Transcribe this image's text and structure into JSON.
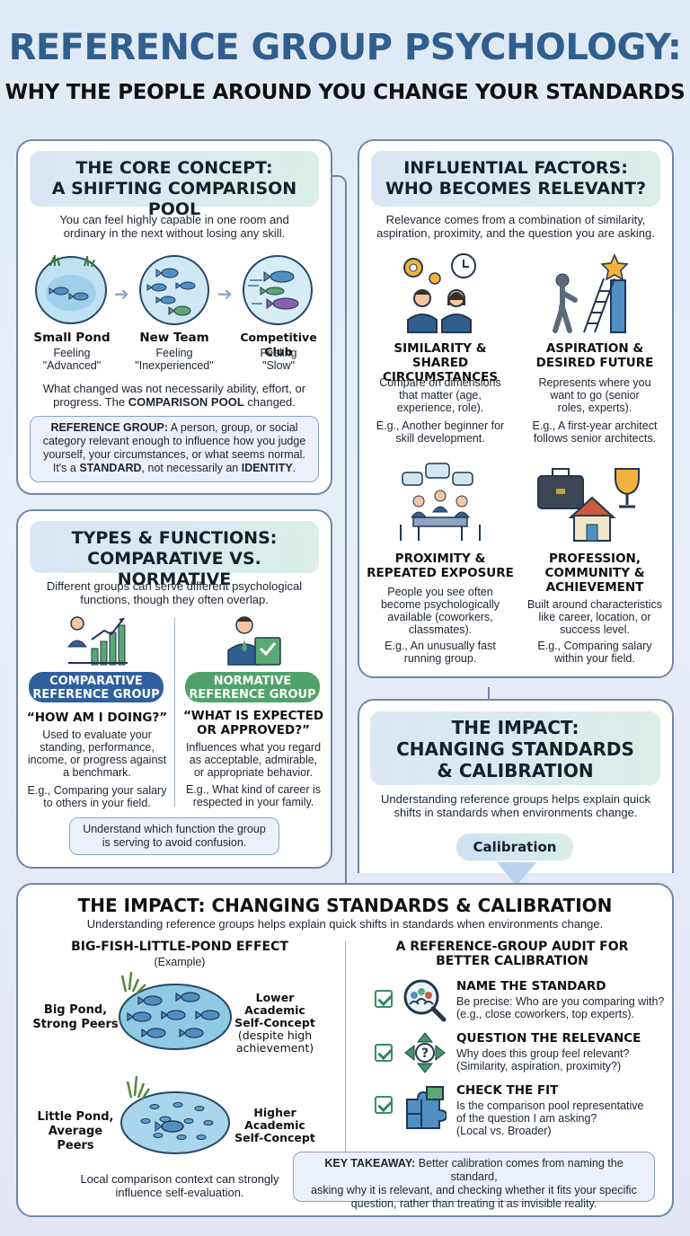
{
  "header": {
    "title": "REFERENCE GROUP PSYCHOLOGY:",
    "subtitle": "WHY THE PEOPLE AROUND YOU CHANGE YOUR STANDARDS"
  },
  "core": {
    "heading1": "THE CORE CONCEPT:",
    "heading2": "A SHIFTING COMPARISON POOL",
    "intro1": "You can feel highly capable in one room and",
    "intro2": "ordinary in the next without losing any skill.",
    "ponds": [
      {
        "name": "Small Pond",
        "f1": "Feeling",
        "f2": "\"Advanced\""
      },
      {
        "name": "New Team",
        "f1": "Feeling",
        "f2": "\"Inexperienced\""
      },
      {
        "name": "Competitive Club",
        "f1": "Feeling",
        "f2": "\"Slow\""
      }
    ],
    "changed1": "What changed was not necessarily ability, effort, or",
    "changed2a": "progress. The ",
    "changed2b": "COMPARISON POOL",
    "changed2c": " changed.",
    "def_label": "REFERENCE GROUP:",
    "def_text1": " A person, group, or social",
    "def_text2": "category relevant enough to influence how you judge",
    "def_text3": "yourself, your circumstances, or what seems normal.",
    "def_text4a": "It's a ",
    "def_text4b": "STANDARD",
    "def_text4c": ", not necessarily an ",
    "def_text4d": "IDENTITY",
    "def_text4e": "."
  },
  "factors": {
    "heading1": "INFLUENTIAL FACTORS:",
    "heading2": "WHO BECOMES RELEVANT?",
    "intro1": "Relevance comes from a combination of similarity,",
    "intro2": "aspiration, proximity, and the question you are asking.",
    "items": [
      {
        "t1": "SIMILARITY & SHARED",
        "t2": "CIRCUMSTANCES",
        "d1": "Compare on dimensions",
        "d2": "that matter (age,",
        "d3": "experience, role).",
        "e1": "E.g., Another beginner for",
        "e2": "skill development."
      },
      {
        "t1": "ASPIRATION &",
        "t2": "DESIRED FUTURE",
        "d1": "Represents where you",
        "d2": "want to go (senior",
        "d3": "roles, experts).",
        "e1": "E.g., A first-year architect",
        "e2": "follows senior architects."
      },
      {
        "t1": "PROXIMITY &",
        "t2": "REPEATED EXPOSURE",
        "d1": "People you see often",
        "d2": "become psychologically",
        "d3": "available (coworkers,",
        "d4": "classmates).",
        "e1": "E.g., An unusually fast",
        "e2": "running group."
      },
      {
        "t1": "PROFESSION,",
        "t2": "COMMUNITY &",
        "t3": "ACHIEVEMENT",
        "d1": "Built around characteristics",
        "d2": "like career, location, or",
        "d3": "success level.",
        "e1": "E.g., Comparing salary",
        "e2": "within your field."
      }
    ]
  },
  "types": {
    "heading1": "TYPES & FUNCTIONS:",
    "heading2": "COMPARATIVE VS. NORMATIVE",
    "intro1": "Different groups can serve different psychological",
    "intro2": "functions, though they often overlap.",
    "comparative": {
      "pill1": "COMPARATIVE",
      "pill2": "REFERENCE GROUP",
      "q": "“HOW AM I DOING?”",
      "d1": "Used to evaluate your",
      "d2": "standing, performance,",
      "d3": "income, or progress against",
      "d4": "a benchmark.",
      "e1": "E.g., Comparing your salary",
      "e2": "to others in your field."
    },
    "normative": {
      "pill1": "NORMATIVE",
      "pill2": "REFERENCE GROUP",
      "q1": "“WHAT IS EXPECTED",
      "q2": "OR APPROVED?”",
      "d1": "Influences what you regard",
      "d2": "as acceptable, admirable,",
      "d3": "or appropriate behavior.",
      "e1": "E.g., What kind of career is",
      "e2": "respected in your family."
    },
    "note1": "Understand which function the group",
    "note2": "is serving to avoid confusion."
  },
  "impact_small": {
    "h1": "THE IMPACT:",
    "h2": "CHANGING STANDARDS",
    "h3": "& CALIBRATION",
    "t1": "Understanding reference groups helps explain quick",
    "t2": "shifts in standards when environments change.",
    "calib": "Calibration"
  },
  "impact": {
    "heading": "THE IMPACT: CHANGING STANDARDS & CALIBRATION",
    "intro": "Understanding reference groups helps explain quick shifts in standards when environments change.",
    "bfl_title": "BIG-FISH-LITTLE-POND EFFECT",
    "bfl_sub": "(Example)",
    "big_l1": "Big Pond,",
    "big_l2": "Strong Peers",
    "big_r1": "Lower Academic",
    "big_r2": "Self-Concept",
    "big_r3": "(despite high",
    "big_r4": "achievement)",
    "little_l1": "Little Pond,",
    "little_l2": "Average Peers",
    "little_r1": "Higher Academic",
    "little_r2": "Self-Concept",
    "local1": "Local comparison context can strongly",
    "local2": "influence self-evaluation.",
    "audit_t1": "A REFERENCE-GROUP AUDIT FOR",
    "audit_t2": "BETTER CALIBRATION",
    "audit": [
      {
        "h": "NAME THE STANDARD",
        "t1": "Be precise: Who are you comparing with?",
        "t2": "(e.g., close coworkers, top experts)."
      },
      {
        "h": "QUESTION THE RELEVANCE",
        "t1": "Why does this group feel relevant?",
        "t2": "(Similarity, aspiration, proximity?)"
      },
      {
        "h": "CHECK THE FIT",
        "t1": "Is the comparison pool representative",
        "t2": "of the question I am asking?",
        "t3": "(Local vs. Broader)"
      }
    ],
    "key_label": "KEY TAKEAWAY:",
    "key1": " Better calibration comes from naming the standard,",
    "key2": "asking why it is relevant, and checking whether it fits your specific",
    "key3": "question, rather than treating it as invisible reality."
  }
}
